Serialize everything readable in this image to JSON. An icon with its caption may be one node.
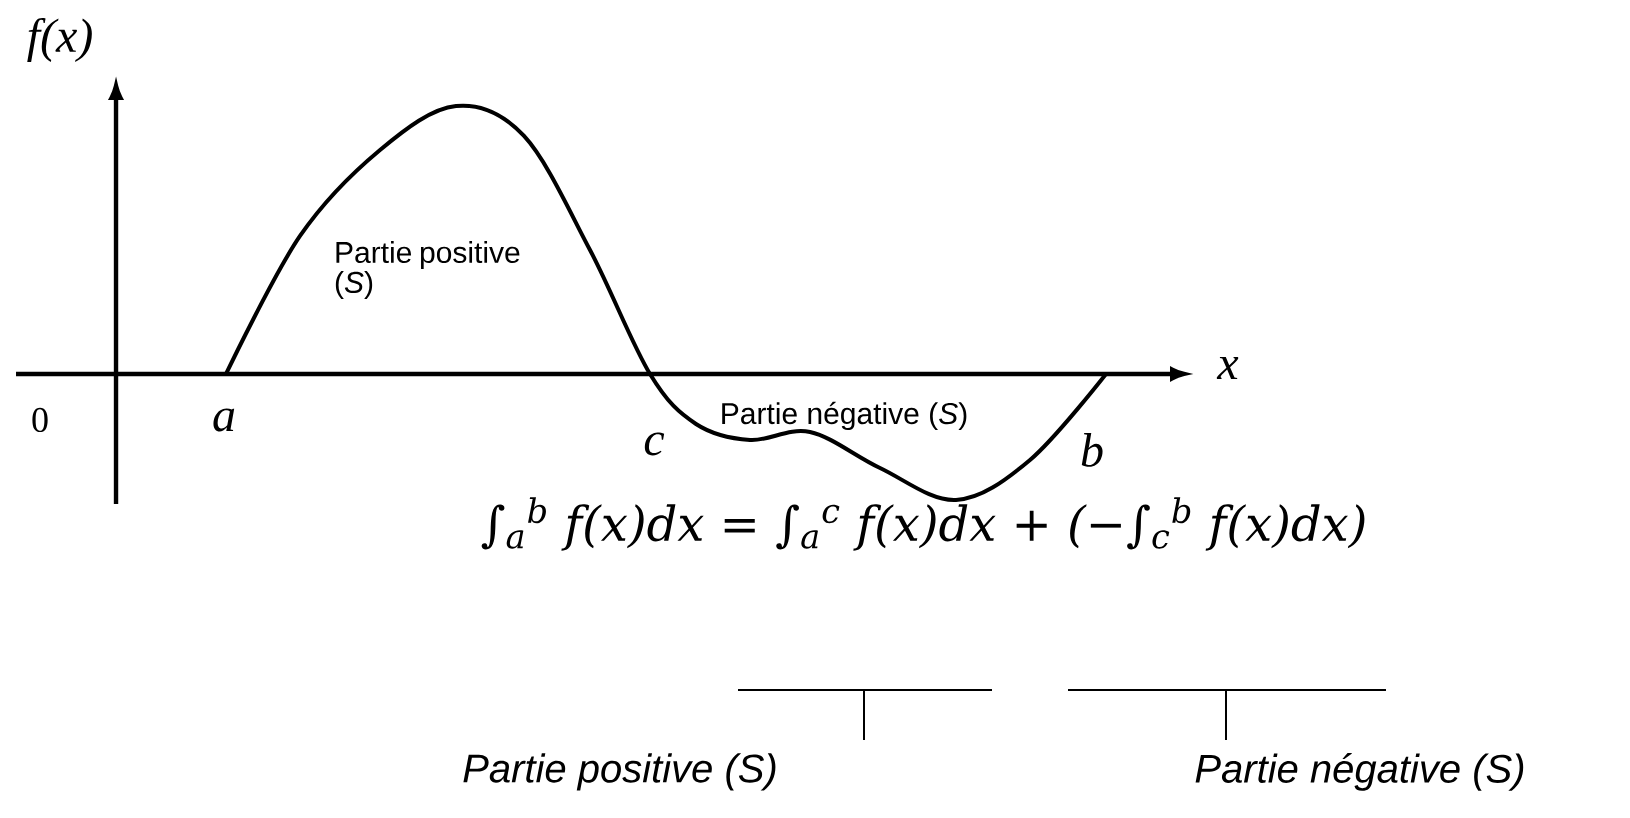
{
  "diagram": {
    "labels": [
      "f(x)",
      "Partie positive (*S*)",
      "0",
      "a",
      "x",
      "Partie négative (*S*)",
      "c",
      "b",
      "∫$_{a}$$^{b}$ f(x)dx = ∫$_{a}$$^{c}$ f(x)dx + (−∫$_{c}$$^{b}$ f(x)dx)",
      "Partie positive (S)",
      "Partie négative (S)"
    ]
  }
}
